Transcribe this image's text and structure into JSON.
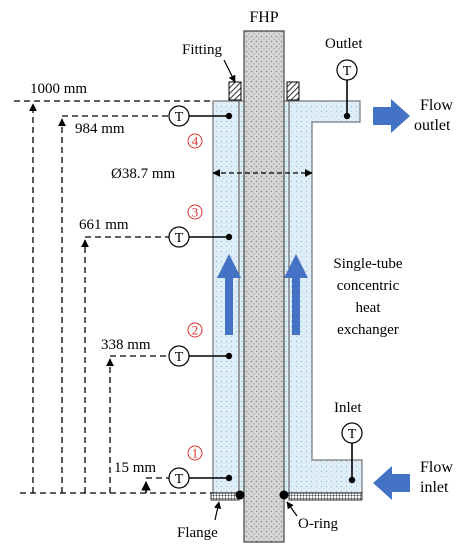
{
  "title": "FHP",
  "labels": {
    "fitting": "Fitting",
    "outlet": "Outlet",
    "flow_outlet_1": "Flow",
    "flow_outlet_2": "outlet",
    "inlet": "Inlet",
    "flow_inlet_1": "Flow",
    "flow_inlet_2": "inlet",
    "flange": "Flange",
    "oring": "O-ring",
    "diameter": "Ø38.7 mm",
    "hx_1": "Single-tube",
    "hx_2": "concentric",
    "hx_3": "heat",
    "hx_4": "exchanger"
  },
  "heights": {
    "h1000": "1000 mm",
    "h984": "984 mm",
    "h661": "661 mm",
    "h338": "338 mm",
    "h15": "15 mm"
  },
  "sensor_symbol": "T",
  "sensor_numbers": {
    "n1": "1",
    "n2": "2",
    "n3": "3",
    "n4": "4"
  },
  "colors": {
    "fluid": "#dfeefa",
    "arrow_blue": "#4472c4",
    "sensor_number": "#e03030",
    "pipe": "#cfcfcf"
  }
}
